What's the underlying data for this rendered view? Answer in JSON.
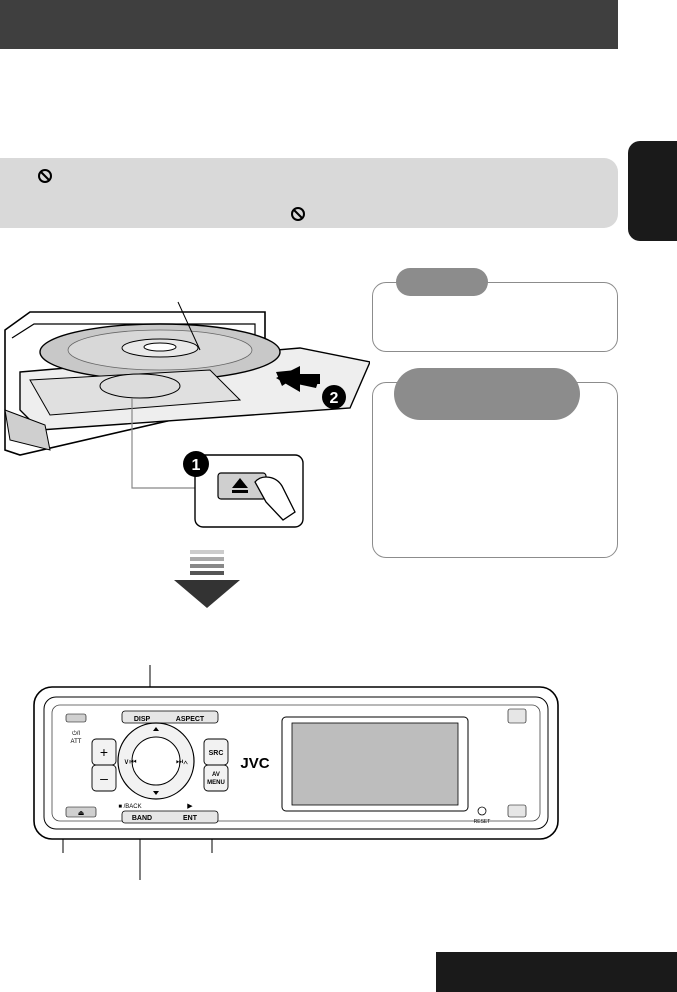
{
  "page_number": "",
  "loading_illustration": {
    "step_1": "1",
    "step_2": "2"
  },
  "control_panel": {
    "buttons": {
      "disp": "DISP",
      "aspect": "ASPECT",
      "att_power": "⏻/I",
      "att": "ATT",
      "src": "SRC",
      "av_menu_line1": "AV",
      "av_menu_line2": "MENU",
      "back": "■ /BACK",
      "play": "▶",
      "band": "BAND",
      "ent": "ENT",
      "reset": "RESET"
    },
    "brand_logo": "JVC"
  }
}
